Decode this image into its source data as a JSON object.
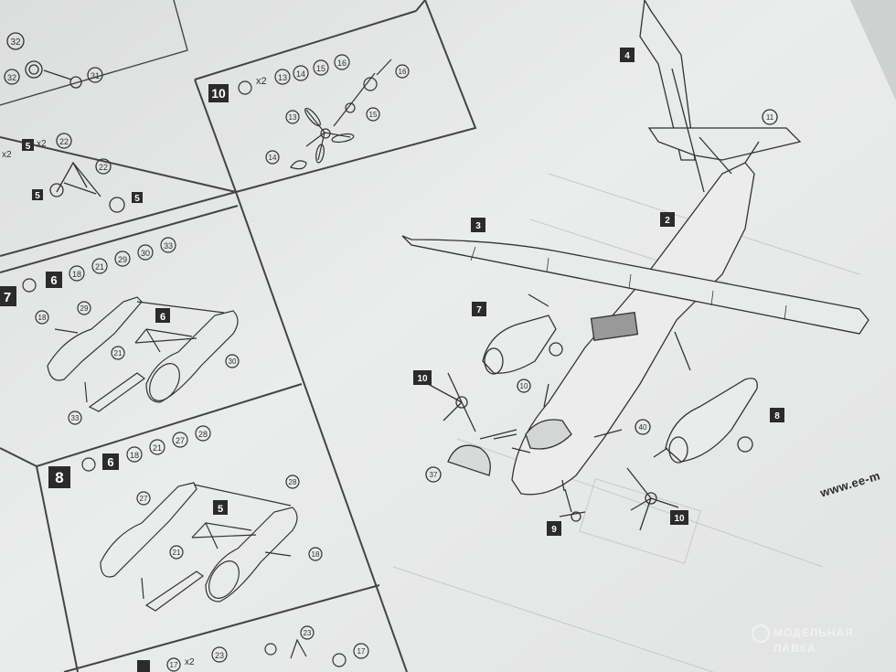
{
  "page": {
    "kind": "photo",
    "subject": "model-kit-instruction-sheet"
  },
  "steps": [
    {
      "id": "7",
      "label": "7",
      "parts": [
        "6",
        "18",
        "21",
        "29",
        "30",
        "33"
      ],
      "callouts": [
        "18",
        "29",
        "6",
        "21",
        "30",
        "33"
      ]
    },
    {
      "id": "8",
      "label": "8",
      "parts": [
        "6",
        "18",
        "21",
        "27",
        "28"
      ],
      "callouts": [
        "27",
        "28",
        "5",
        "21",
        "18"
      ]
    },
    {
      "id": "10",
      "label": "10",
      "multiplier": "x2",
      "parts": [
        "13",
        "14",
        "15",
        "16"
      ],
      "callouts": [
        "13",
        "14",
        "15",
        "16"
      ]
    },
    {
      "id": "top-left",
      "parts": [
        "32"
      ],
      "callouts": [
        "32",
        "31"
      ]
    },
    {
      "id": "gear",
      "multiplier_a": "x2",
      "badge": "5",
      "multiplier_b": "x2",
      "part": "22",
      "callouts": [
        "22",
        "5",
        "5"
      ]
    },
    {
      "id": "bottom",
      "multiplier": "x2",
      "parts": [
        "17",
        "23"
      ],
      "callouts": [
        "23",
        "17"
      ]
    }
  ],
  "main_view": {
    "step_badges": [
      "4",
      "3",
      "2",
      "7",
      "10",
      "9",
      "10",
      "8"
    ],
    "part_callouts": [
      "11",
      "10",
      "40",
      "37"
    ]
  },
  "url_text": "www.ee-m",
  "watermark": {
    "line1": "МОДЕЛЬНАЯ",
    "line2": "ЛАВКА"
  },
  "colors": {
    "paper": "#e7e8e8",
    "ink": "#3a3a3a",
    "badge": "#2b2b2b",
    "watermark": "#f4f4f4"
  }
}
